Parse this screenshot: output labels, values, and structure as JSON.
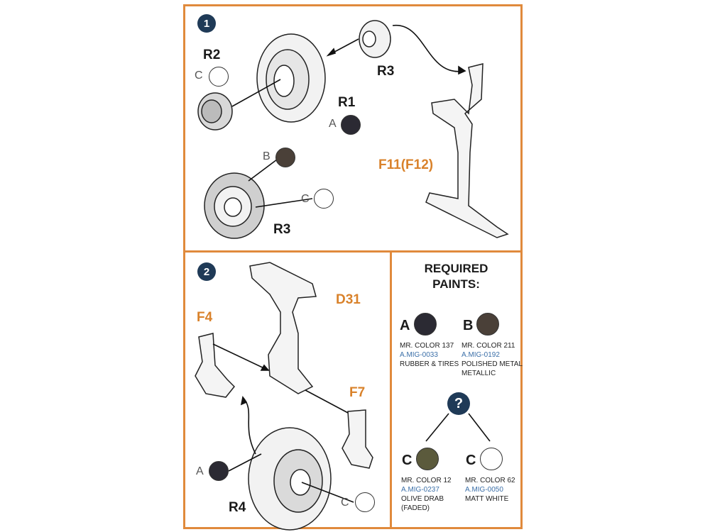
{
  "steps": {
    "step1": "1",
    "step2": "2"
  },
  "part_labels": {
    "r2": "R2",
    "r3_top": "R3",
    "r1": "R1",
    "r3_bottom": "R3",
    "f11": "F11(F12)",
    "d31": "D31",
    "f4": "F4",
    "f7": "F7",
    "r4": "R4"
  },
  "paint_callouts": {
    "r2_c": "C",
    "r1_a": "A",
    "r3_b": "B",
    "r3_c": "C",
    "r4_a": "A",
    "r4_c": "C"
  },
  "required_paints": {
    "title_line1": "REQUIRED",
    "title_line2": "PAINTS:",
    "question_mark": "?",
    "paints": [
      {
        "letter": "A",
        "color": "#2b2a33",
        "line1": "MR. COLOR 137",
        "mig": "A.MIG-0033",
        "line3": "RUBBER & TIRES",
        "line4": ""
      },
      {
        "letter": "B",
        "color": "#4a4038",
        "line1": "MR. COLOR 211",
        "mig": "A.MIG-0192",
        "line3": "POLISHED METAL",
        "line4": "METALLIC"
      },
      {
        "letter": "C",
        "color": "#5b5a3c",
        "line1": "MR. COLOR 12",
        "mig": "A.MIG-0237",
        "line3": "OLIVE DRAB",
        "line4": "(FADED)"
      },
      {
        "letter": "C",
        "color": "#ffffff",
        "line1": "MR. COLOR 62",
        "mig": "A.MIG-0050",
        "line3": "MATT WHITE",
        "line4": ""
      }
    ]
  },
  "colors": {
    "frame": "#e08a3c",
    "badge": "#1f3a57",
    "label_orange": "#d9822b"
  }
}
